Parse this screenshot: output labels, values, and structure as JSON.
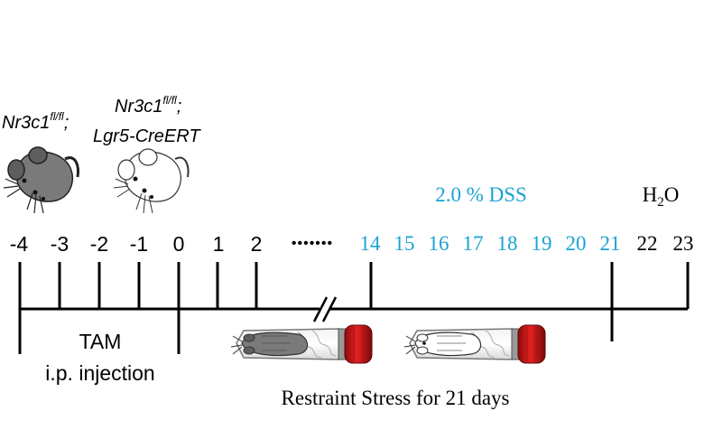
{
  "genotypes": {
    "control": {
      "gene": "Nr3c1",
      "allele": "fl/fl",
      "suffix": ";"
    },
    "knockout": {
      "gene": "Nr3c1",
      "allele": "fl/fl",
      "suffix": ";",
      "driver": "Lgr5-CreERT"
    }
  },
  "timeline": {
    "pre_days": [
      "-4",
      "-3",
      "-2",
      "-1",
      "0",
      "1",
      "2"
    ],
    "ellipsis": "•••••••",
    "dss_days": [
      "14",
      "15",
      "16",
      "17",
      "18",
      "19",
      "20",
      "21"
    ],
    "recovery_days": [
      "22",
      "23"
    ]
  },
  "labels": {
    "dss": "2.0 % DSS",
    "water": {
      "base": "H",
      "sub": "2",
      "tail": "O"
    },
    "tam": "TAM",
    "injection": "i.p. injection",
    "restraint": "Restraint Stress for 21 days"
  },
  "colors": {
    "dss": "#1aa3d4",
    "axis": "#000000",
    "mouse_ko": "#7a7a7a",
    "cap": "#d51a1a"
  },
  "icons": {
    "mouse_ko": "gray-mouse-icon",
    "mouse_ctrl": "white-mouse-icon",
    "tube": "restraint-tube-icon"
  }
}
